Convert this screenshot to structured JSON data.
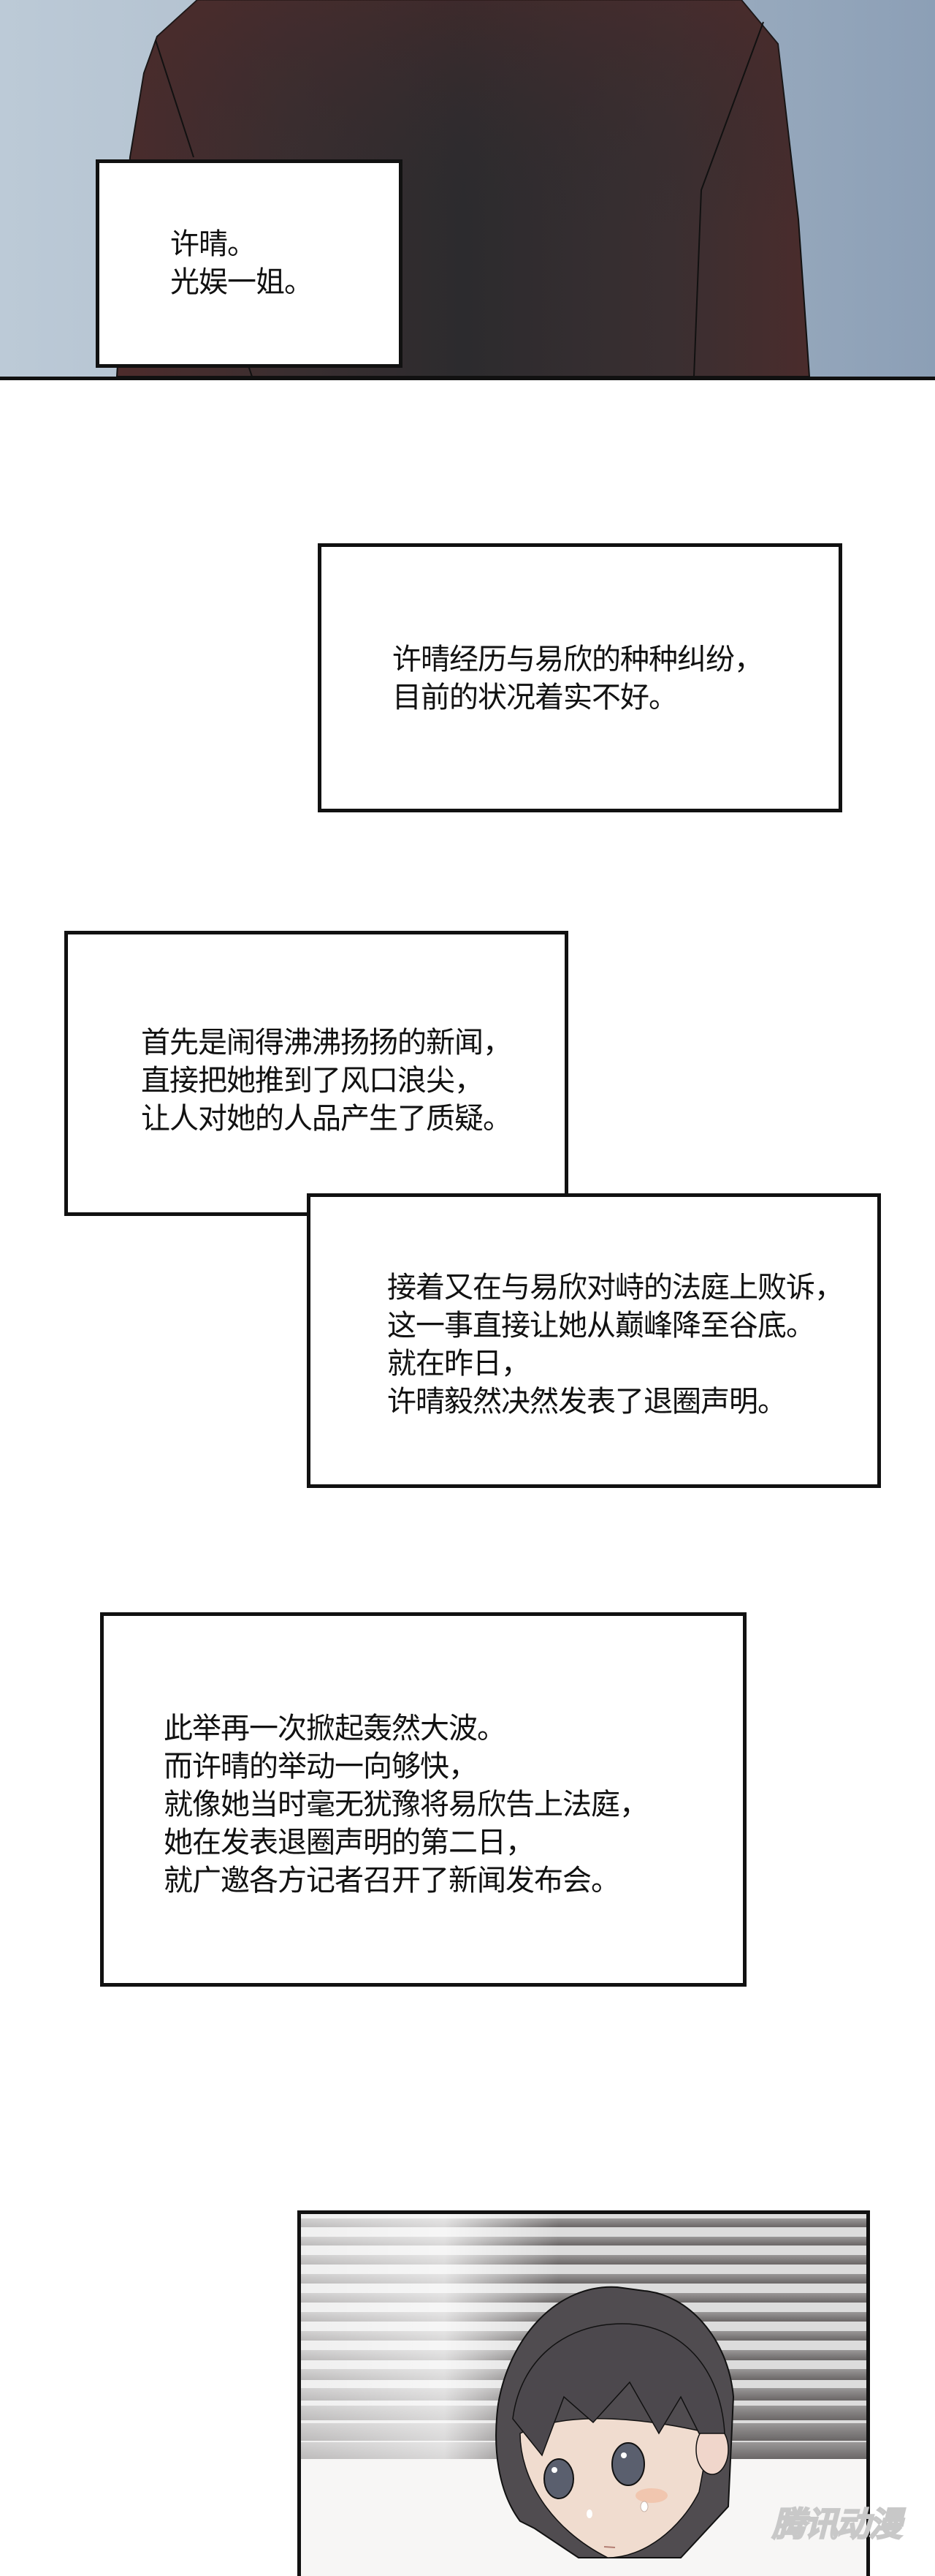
{
  "panels": {
    "top": {
      "description": "figure in dark red-brown coat against blue-grey wall",
      "colors": {
        "wall_light": "#bccad7",
        "wall_dark": "#8c9fb6",
        "coat_red": "#4e2c2c",
        "coat_dark": "#2e2c2f"
      },
      "caption": {
        "lines": [
          "许晴。",
          "光娱一姐。"
        ]
      }
    },
    "bottom": {
      "description": "short dark-haired girl in front of window blinds",
      "colors": {
        "hair": "#504c50",
        "skin": "#f0dccf",
        "blind_light": "#f2f2f2",
        "blind_dark": "#6f6b6b"
      }
    }
  },
  "captions": [
    {
      "id": "caption-2",
      "lines": [
        "许晴经历与易欣的种种纠纷，",
        "目前的状况着实不好。"
      ]
    },
    {
      "id": "caption-3",
      "lines": [
        "首先是闹得沸沸扬扬的新闻，",
        "直接把她推到了风口浪尖，",
        "让人对她的人品产生了质疑。"
      ]
    },
    {
      "id": "caption-4",
      "lines": [
        "接着又在与易欣对峙的法庭上败诉，",
        "这一事直接让她从巅峰降至谷底。",
        "就在昨日，",
        "许晴毅然决然发表了退圈声明。"
      ]
    },
    {
      "id": "caption-5",
      "lines": [
        "此举再一次掀起轰然大波。",
        "而许晴的举动一向够快，",
        "就像她当时毫无犹豫将易欣告上法庭，",
        "她在发表退圈声明的第二日，",
        "就广邀各方记者召开了新闻发布会。"
      ]
    }
  ],
  "watermark": {
    "text": "腾讯动漫"
  }
}
